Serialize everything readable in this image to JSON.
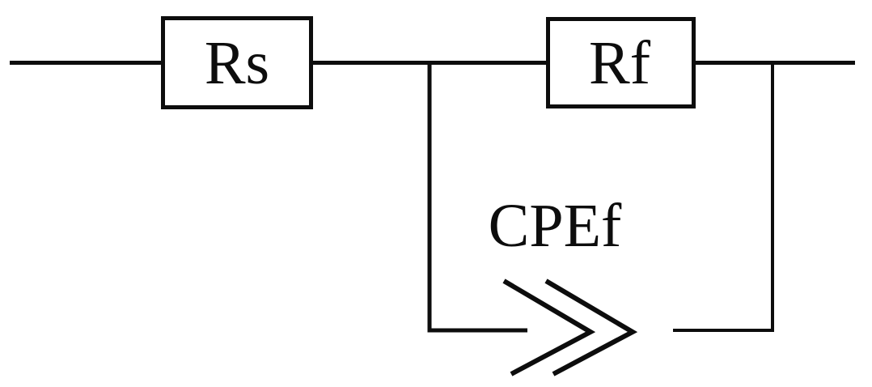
{
  "circuit": {
    "description": "Equivalent circuit diagram: series resistor Rs followed by parallel combination of resistor Rf and constant phase element CPEf",
    "labels": {
      "rs": "Rs",
      "rf": "Rf",
      "cpef": "CPEf"
    },
    "components": [
      {
        "label": "Rs",
        "type": "resistor-box"
      },
      {
        "label": "Rf",
        "type": "resistor-box"
      },
      {
        "label": "CPEf",
        "type": "constant-phase-element-chevron"
      }
    ],
    "colors": {
      "stroke": "#0d0d0d",
      "background": "#ffffff"
    }
  }
}
